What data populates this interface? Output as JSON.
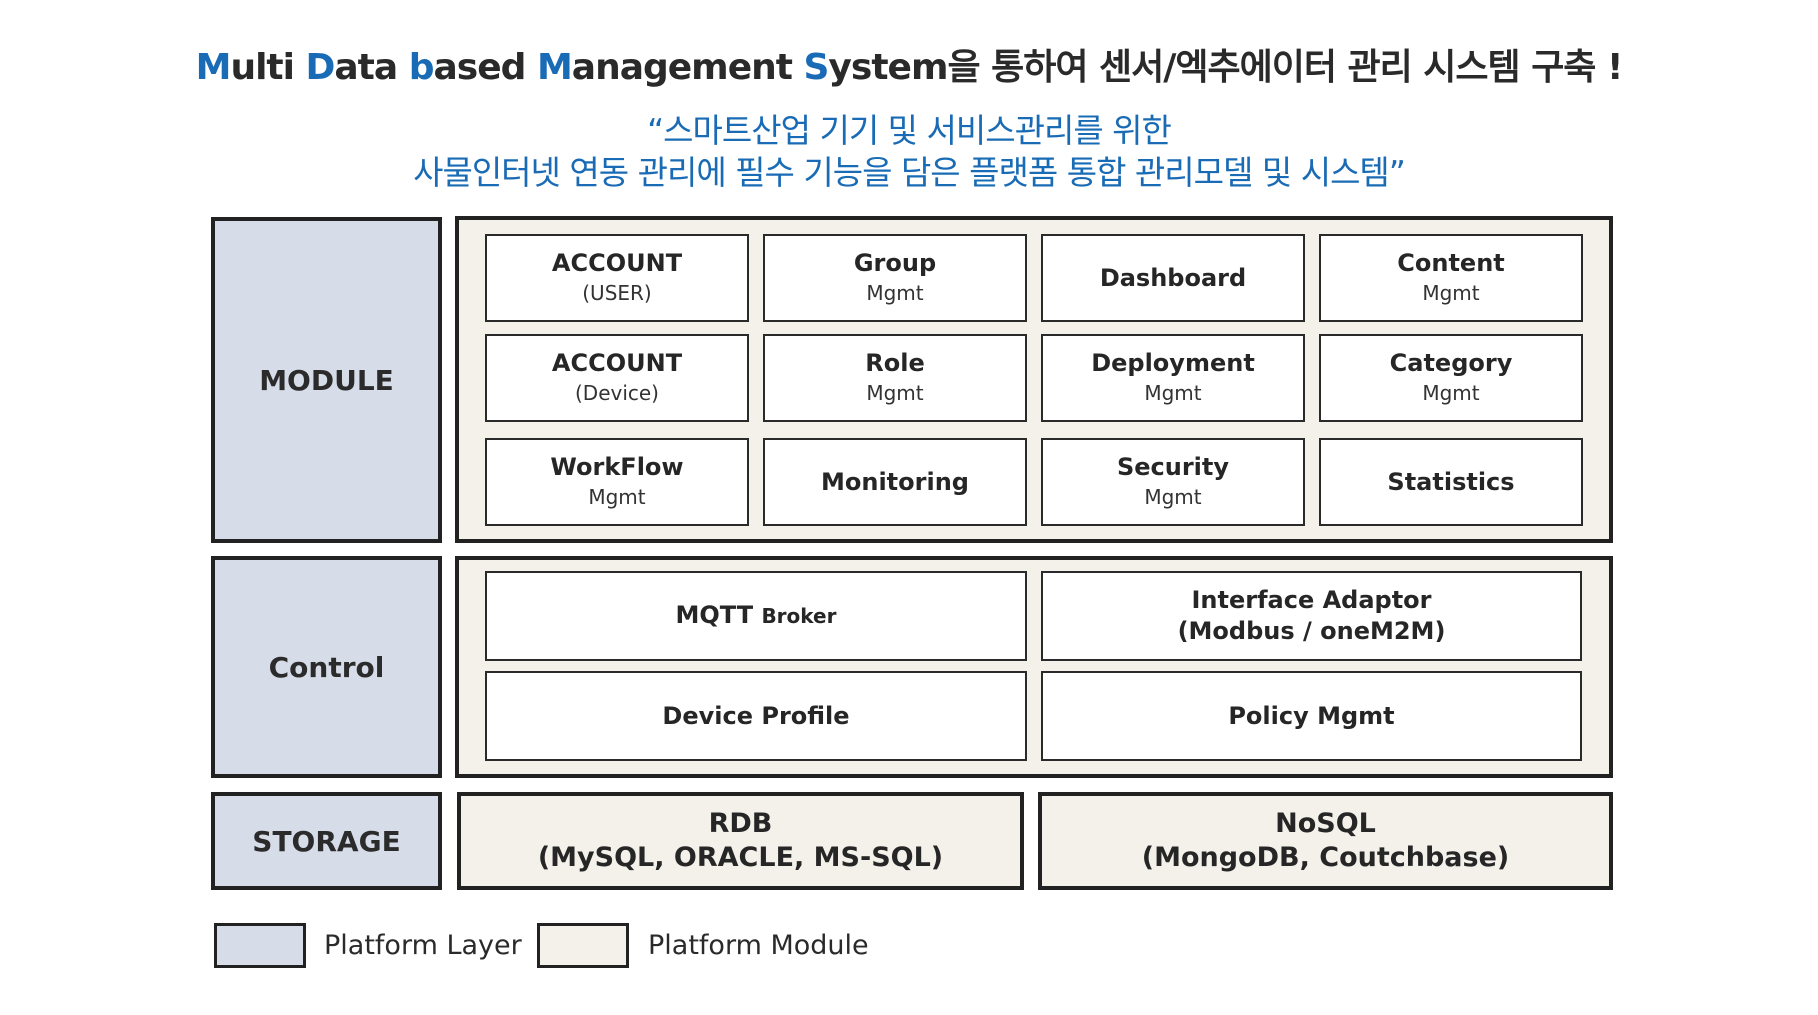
{
  "headline": {
    "w1_cap": "M",
    "w1_rest": "ulti ",
    "w2_cap": "D",
    "w2_rest": "ata ",
    "w3_cap": "b",
    "w3_rest": "ased ",
    "w4_cap": "M",
    "w4_rest": "anagement ",
    "w5_cap": "S",
    "w5_rest": "ystem",
    "suffix": "을 통하여 센서/엑추에이터 관리 시스템 구축 !"
  },
  "subtitle": {
    "line1": "“스마트산업 기기 및 서비스관리를 위한",
    "line2": "사물인터넷 연동 관리에 필수 기능을 담은 플랫폼 통합 관리모델 및 시스템”"
  },
  "layers": {
    "module": "MODULE",
    "control": "Control",
    "storage": "STORAGE"
  },
  "modules": [
    {
      "title": "ACCOUNT",
      "sub": "(USER)"
    },
    {
      "title": "Group",
      "sub": "Mgmt"
    },
    {
      "title": "Dashboard",
      "sub": ""
    },
    {
      "title": "Content",
      "sub": "Mgmt"
    },
    {
      "title": "ACCOUNT",
      "sub": "(Device)"
    },
    {
      "title": "Role",
      "sub": "Mgmt"
    },
    {
      "title": "Deployment",
      "sub": "Mgmt"
    },
    {
      "title": "Category",
      "sub": "Mgmt"
    },
    {
      "title": "WorkFlow",
      "sub": "Mgmt"
    },
    {
      "title": "Monitoring",
      "sub": ""
    },
    {
      "title": "Security",
      "sub": "Mgmt"
    },
    {
      "title": "Statistics",
      "sub": ""
    }
  ],
  "control": {
    "mqtt_main": "MQTT",
    "mqtt_small": "Broker",
    "interface_line1": "Interface Adaptor",
    "interface_line2": "(Modbus / oneM2M)",
    "device_profile": "Device Profile",
    "policy": "Policy Mgmt"
  },
  "storage": {
    "rdb_line1": "RDB",
    "rdb_line2": "(MySQL, ORACLE, MS-SQL)",
    "nosql_line1": "NoSQL",
    "nosql_line2": "(MongoDB, Coutchbase)"
  },
  "legend": {
    "layer_label": "Platform Layer",
    "module_label": "Platform Module"
  },
  "colors": {
    "accent": "#1a6bb5",
    "layer_fill": "#d6dce8",
    "module_fill": "#f3f1ea"
  }
}
